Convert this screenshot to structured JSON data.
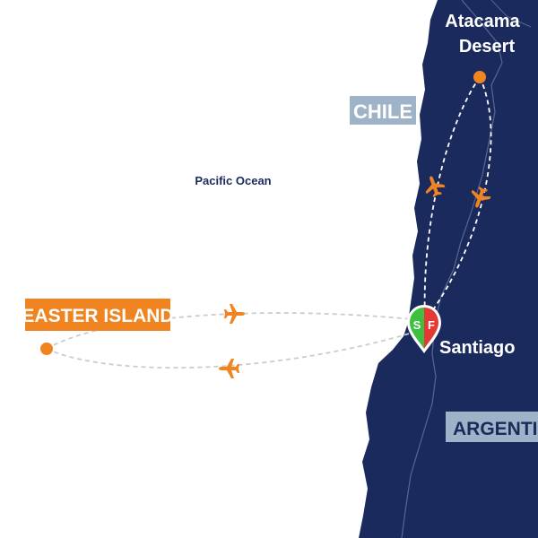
{
  "map": {
    "ocean_label": "Pacific Ocean",
    "countries": {
      "chile": "CHILE",
      "argentina": "ARGENTIN"
    },
    "places": {
      "atacama_line1": "Atacama",
      "atacama_line2": "Desert",
      "santiago": "Santiago",
      "easter_island": "EASTER ISLAND"
    },
    "marker": {
      "start": "S",
      "finish": "F"
    },
    "colors": {
      "land": "#1b2a5c",
      "border": "#55688f",
      "label_box": "#9fb3c8",
      "accent": "#f08420",
      "route": "#ffffff",
      "route_sea": "#cccccc",
      "start": "#3fbf3f",
      "finish": "#e53935",
      "ocean_text": "#1b2a5c"
    },
    "icons": [
      "plane-icon",
      "location-dot-icon",
      "start-finish-marker-icon"
    ]
  }
}
